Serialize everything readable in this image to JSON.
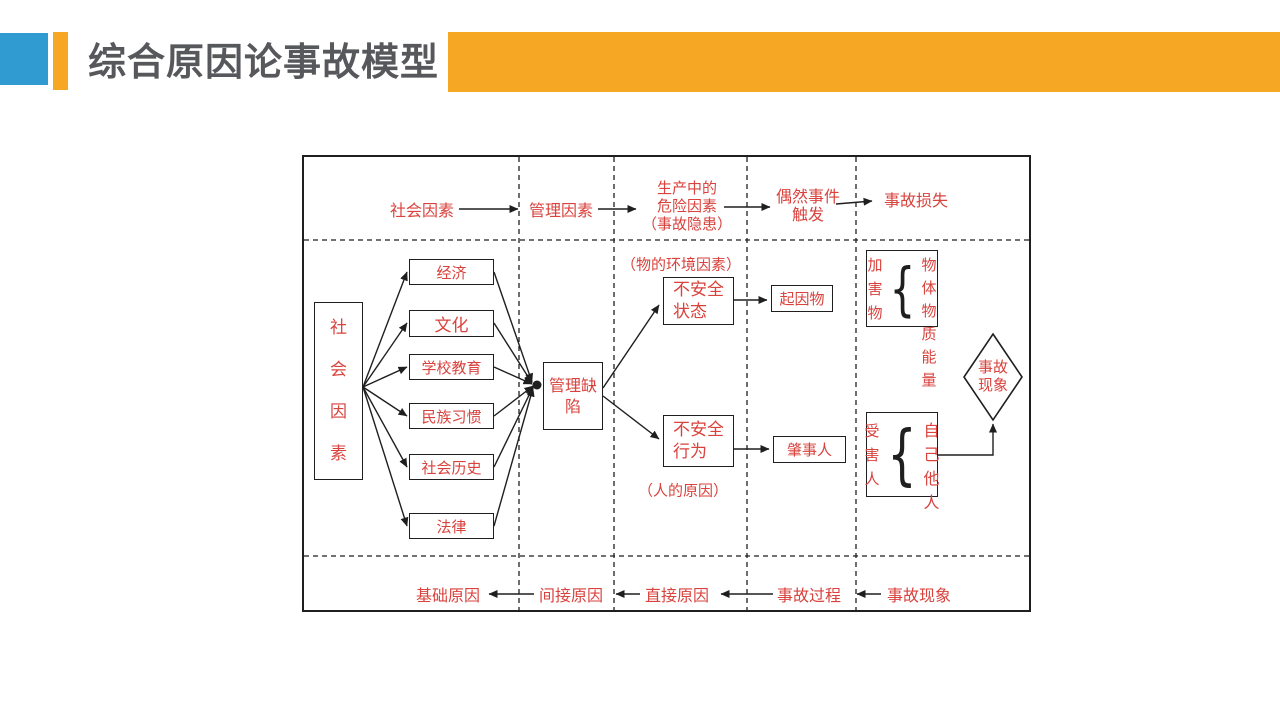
{
  "header": {
    "title": "综合原因论事故模型"
  },
  "colors": {
    "accent_blue": "#2F9BD0",
    "accent_orange": "#F6A723",
    "diagram_red": "#D9423D",
    "title_gray": "#57585B",
    "line_black": "#1f1f1f"
  },
  "diagram": {
    "top_row": {
      "social": "社会因素",
      "management": "管理因素",
      "hazard_lines": [
        "生产中的",
        "危险因素",
        "（事故隐患）"
      ],
      "trigger_lines": [
        "偶然事件",
        "触发"
      ],
      "loss": "事故损失"
    },
    "left": {
      "social_vertical": "社会因素",
      "factors": [
        "经济",
        "文化",
        "学校教育",
        "民族习惯",
        "社会历史",
        "法律"
      ],
      "management_defect_lines": [
        "管理缺",
        "陷"
      ]
    },
    "middle": {
      "thing_label": "（物的环境因素）",
      "unsafe_state_lines": [
        "不安全",
        "状态"
      ],
      "cause_object": "起因物",
      "unsafe_act_lines": [
        "不安全",
        "行为"
      ],
      "perpetrator": "肇事人",
      "human_label": "（人的原因）"
    },
    "right": {
      "brace": "{",
      "harming_object_label": "加害物",
      "harming_object_items": [
        "物体",
        "物质",
        "能量"
      ],
      "victim_label": "受害人",
      "victim_items": [
        "自己",
        "他人"
      ],
      "diamond_lines": [
        "事故",
        "现象"
      ]
    },
    "bottom_row": [
      "基础原因",
      "间接原因",
      "直接原因",
      "事故过程",
      "事故现象"
    ]
  }
}
